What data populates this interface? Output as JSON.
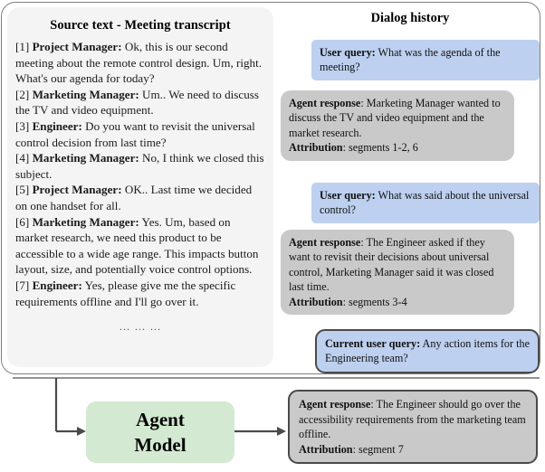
{
  "source_panel": {
    "title": "Source text - Meeting transcript",
    "segments": [
      {
        "id": "[1]",
        "speaker": "Project Manager:",
        "text": "Ok, this is our second meeting about the remote control design. Um, right. What's our agenda for today?"
      },
      {
        "id": "[2]",
        "speaker": "Marketing Manager:",
        "text": "Um.. We need to discuss the TV and video equipment."
      },
      {
        "id": "[3]",
        "speaker": "Engineer:",
        "text": "Do you want to revisit the universal control decision from last time?"
      },
      {
        "id": "[4]",
        "speaker": "Marketing Manager:",
        "text": "No, I think we closed this subject."
      },
      {
        "id": "[5]",
        "speaker": "Project Manager:",
        "text": "OK.. Last time we decided on one handset for all."
      },
      {
        "id": "[6]",
        "speaker": "Marketing Manager:",
        "text": "Yes. Um, based on market research, we need this product to be accessible to a wide age range. This impacts button layout, size, and potentially voice control options."
      },
      {
        "id": "[7]",
        "speaker": "Engineer:",
        "text": "Yes, please give me the specific requirements offline and I'll go over it."
      }
    ],
    "ellipsis": "… … …"
  },
  "dialog_panel": {
    "title": "Dialog history",
    "turns": [
      {
        "kind": "user-query",
        "label": "User query:",
        "text": " What was the agenda of the meeting?"
      },
      {
        "kind": "agent-response",
        "label": "Agent response",
        "text": ": Marketing Manager wanted to discuss the TV and video equipment and the market research.",
        "attribution_label": "Attribution",
        "attribution_text": ": segments 1-2, 6"
      },
      {
        "kind": "user-query",
        "label": "User query:",
        "text": " What was said about the universal control?"
      },
      {
        "kind": "agent-response",
        "label": "Agent response",
        "text": ": The Engineer asked if they want to revisit their decisions about universal control, Marketing Manager said it was closed last time.",
        "attribution_label": "Attribution",
        "attribution_text": ": segments 3-4"
      },
      {
        "kind": "current-user-query",
        "label": "Current user query:",
        "text": " Any action items for the Engineering team?"
      }
    ]
  },
  "agent_model": {
    "line1": "Agent",
    "line2": "Model"
  },
  "final_answer": {
    "label": "Agent response",
    "text": ": The Engineer should go over the accessibility requirements from the marketing team offline.",
    "attribution_label": "Attribution",
    "attribution_text": ": segment 7"
  },
  "colors": {
    "user_query_bg": "#bdd0f0",
    "agent_response_bg": "#c9c9c9",
    "agent_model_bg": "#d3e9d1",
    "source_panel_bg": "#f4f4f4",
    "border": "#4a4a4a"
  }
}
